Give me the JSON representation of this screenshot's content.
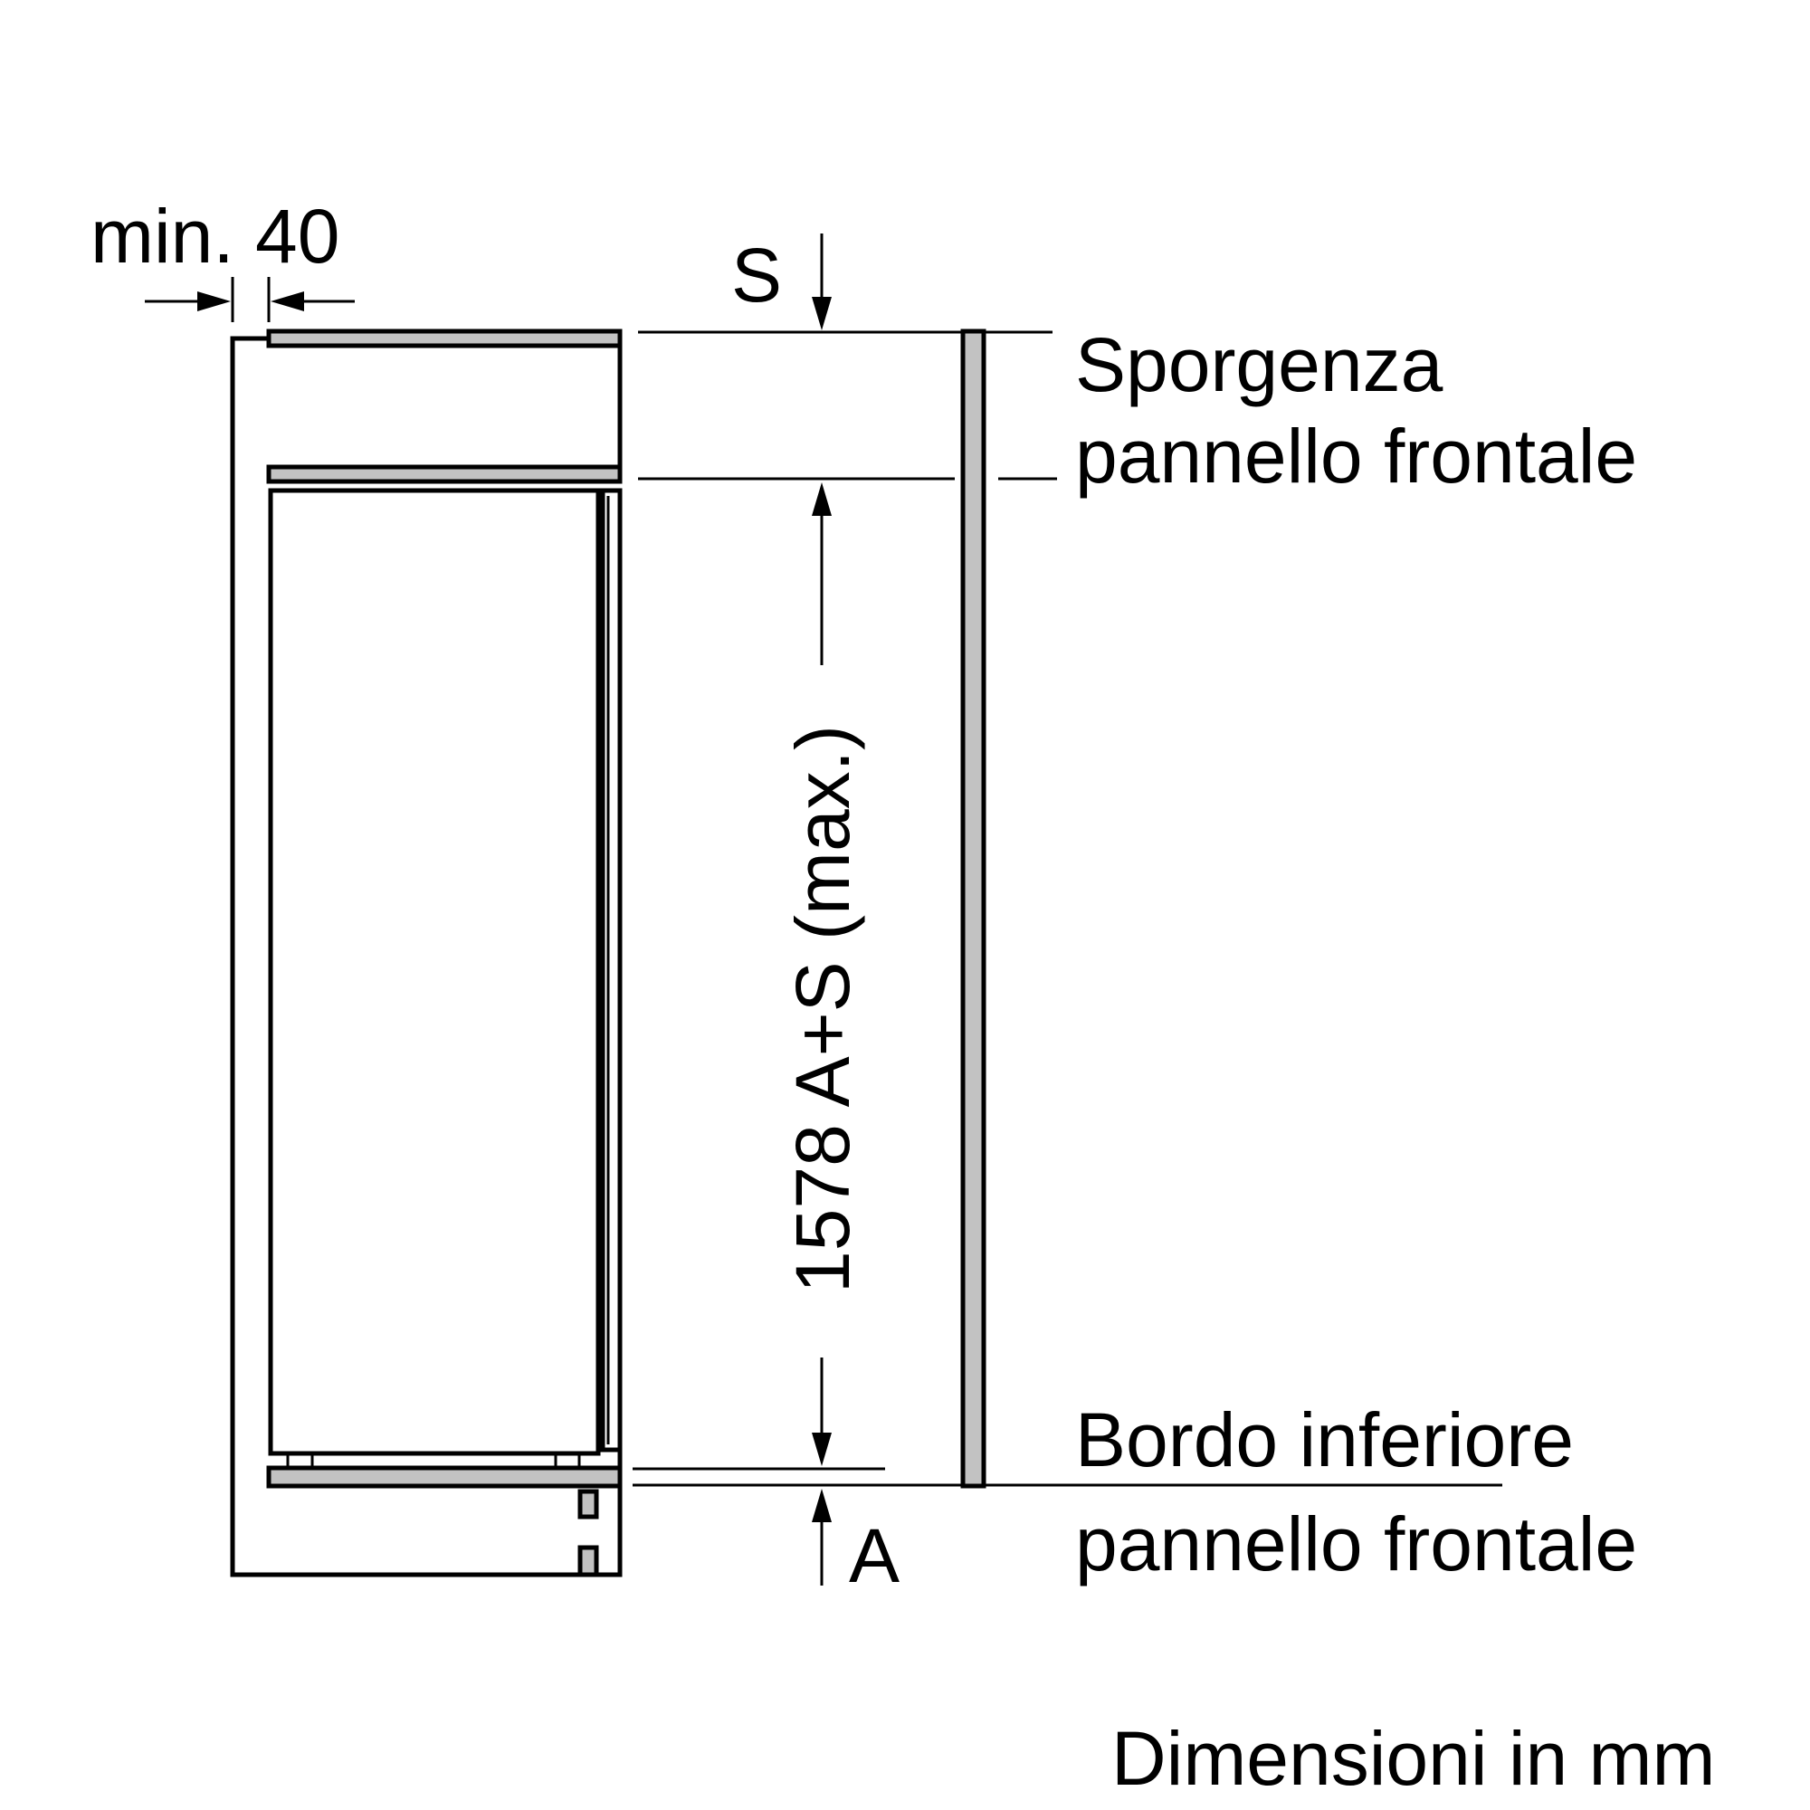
{
  "labels": {
    "min_gap": "min. 40",
    "s_marker": "S",
    "a_marker": "A",
    "top_label_line1": "Sporgenza",
    "top_label_line2": "pannello frontale",
    "bottom_label_line1": "Bordo inferiore",
    "bottom_label_line2": "pannello frontale",
    "height_dimension": "1578 A+S (max.)",
    "units_note": "Dimensioni in mm"
  },
  "colors": {
    "line": "#000000",
    "panel_fill": "#c2c2c2",
    "background": "#ffffff"
  }
}
